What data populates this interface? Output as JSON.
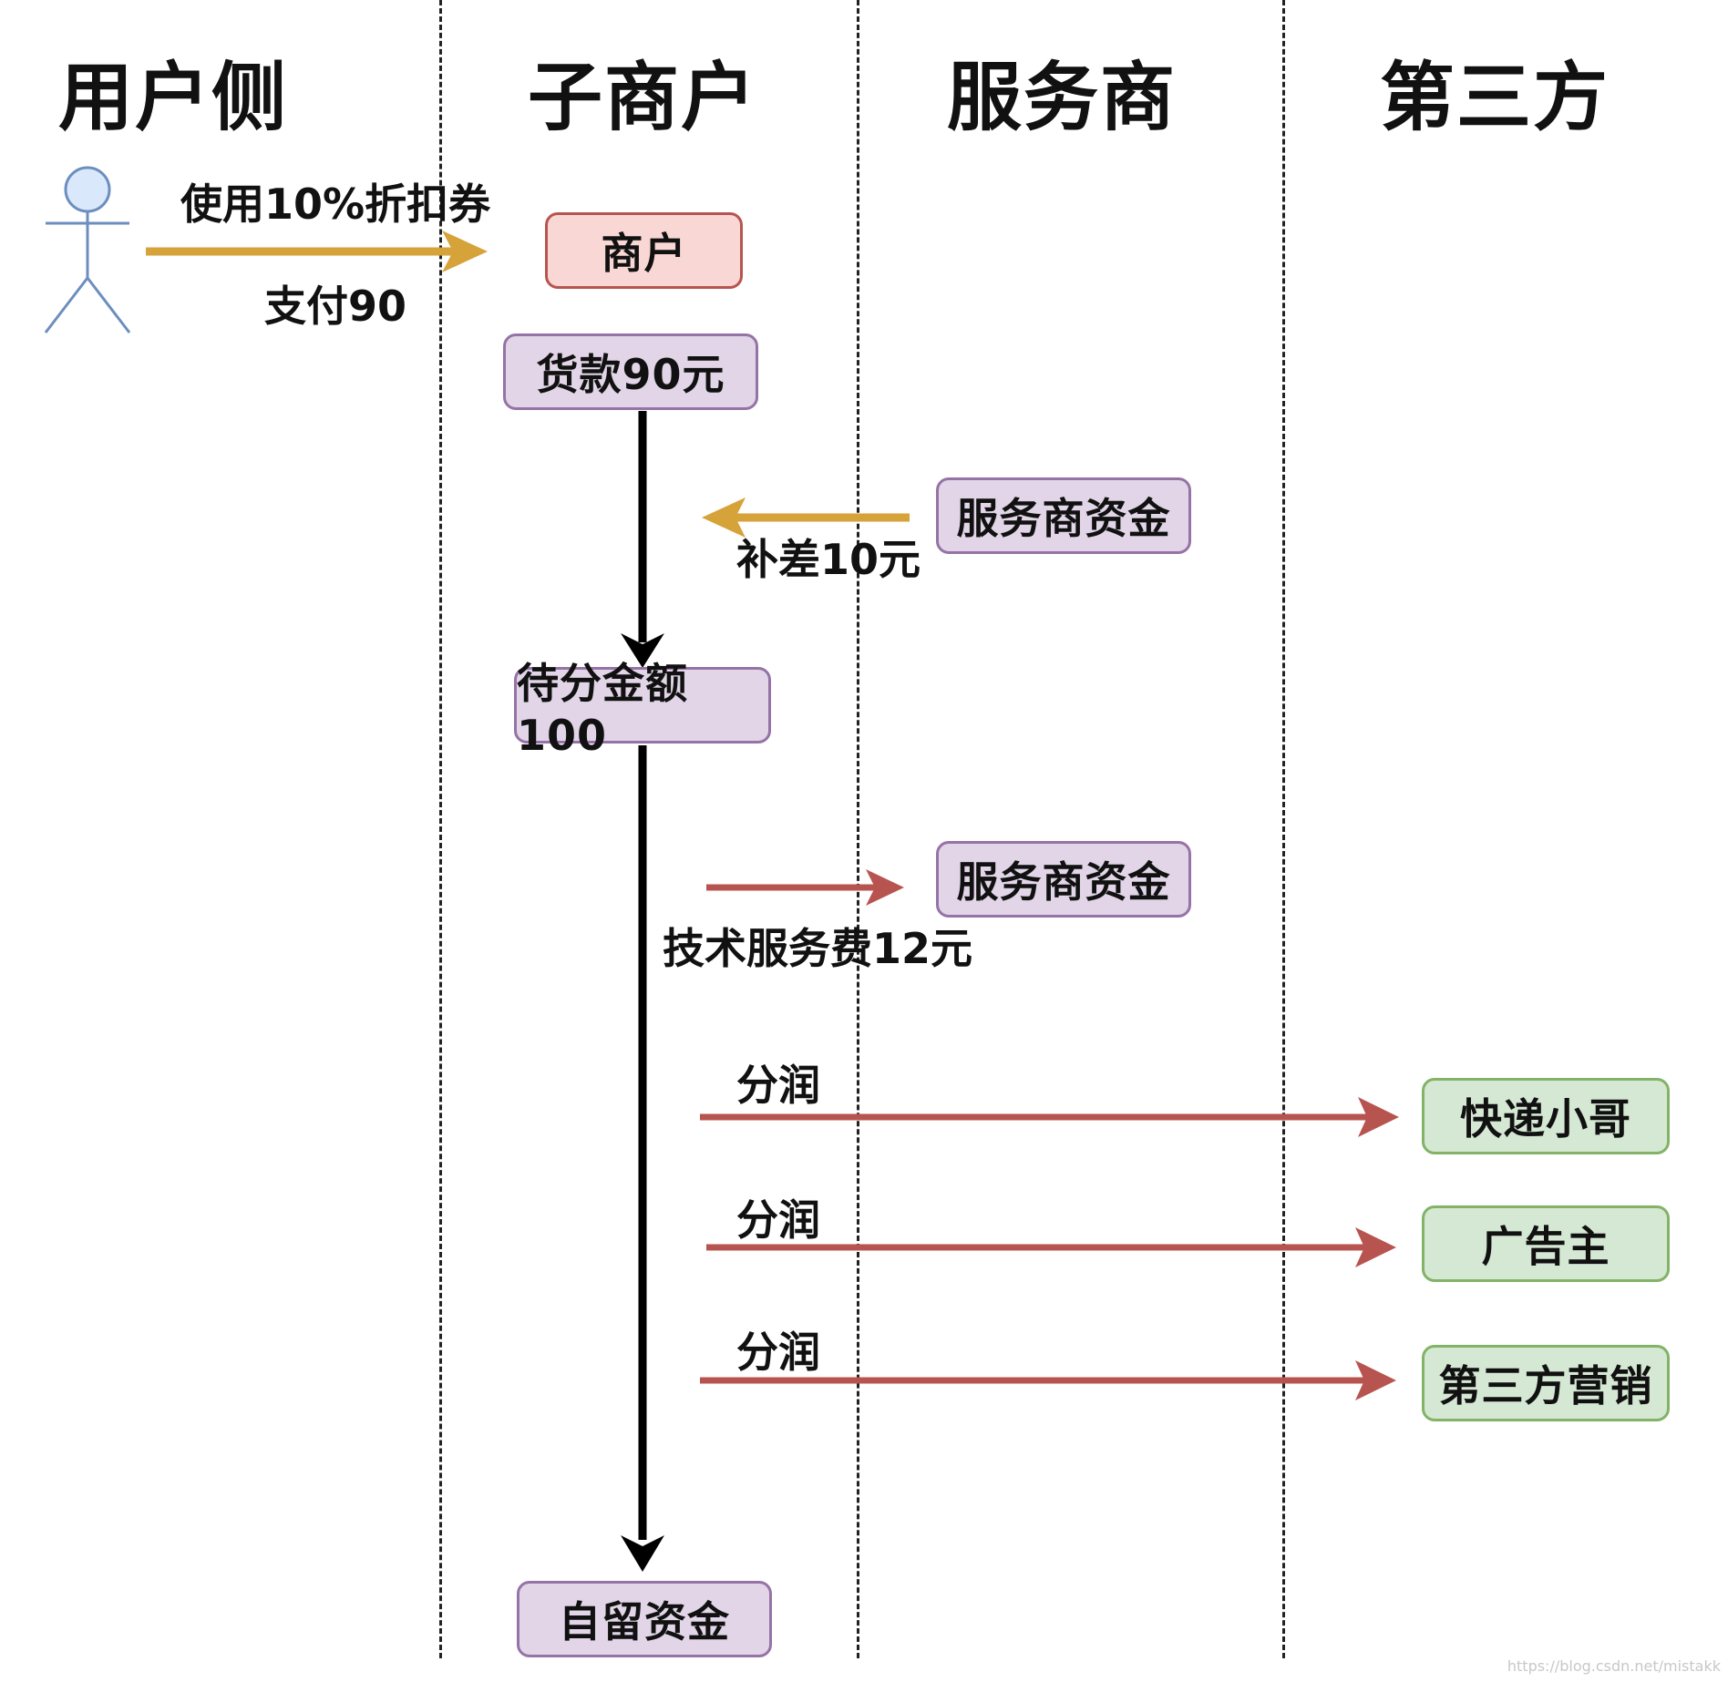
{
  "lanes": {
    "user": "用户侧",
    "submerchant": "子商户",
    "provider": "服务商",
    "thirdparty": "第三方"
  },
  "nodes": {
    "merchant": "商户",
    "payment": "货款90元",
    "provider_fund_1": "服务商资金",
    "pending_amount": "待分金额100",
    "provider_fund_2": "服务商资金",
    "courier": "快递小哥",
    "advertiser": "广告主",
    "third_marketing": "第三方营销",
    "retained_funds": "自留资金"
  },
  "edge_labels": {
    "coupon": "使用10%折扣券",
    "pay": "支付90",
    "subsidy": "补差10元",
    "tech_fee": "技术服务费12元",
    "share_1": "分润",
    "share_2": "分润",
    "share_3": "分润"
  },
  "colors": {
    "gold_arrow": "#d6a23a",
    "red_arrow": "#b85450",
    "main_flow": "#000000",
    "actor": "#6c8ebf"
  },
  "watermark": "https://blog.csdn.net/mistakk"
}
